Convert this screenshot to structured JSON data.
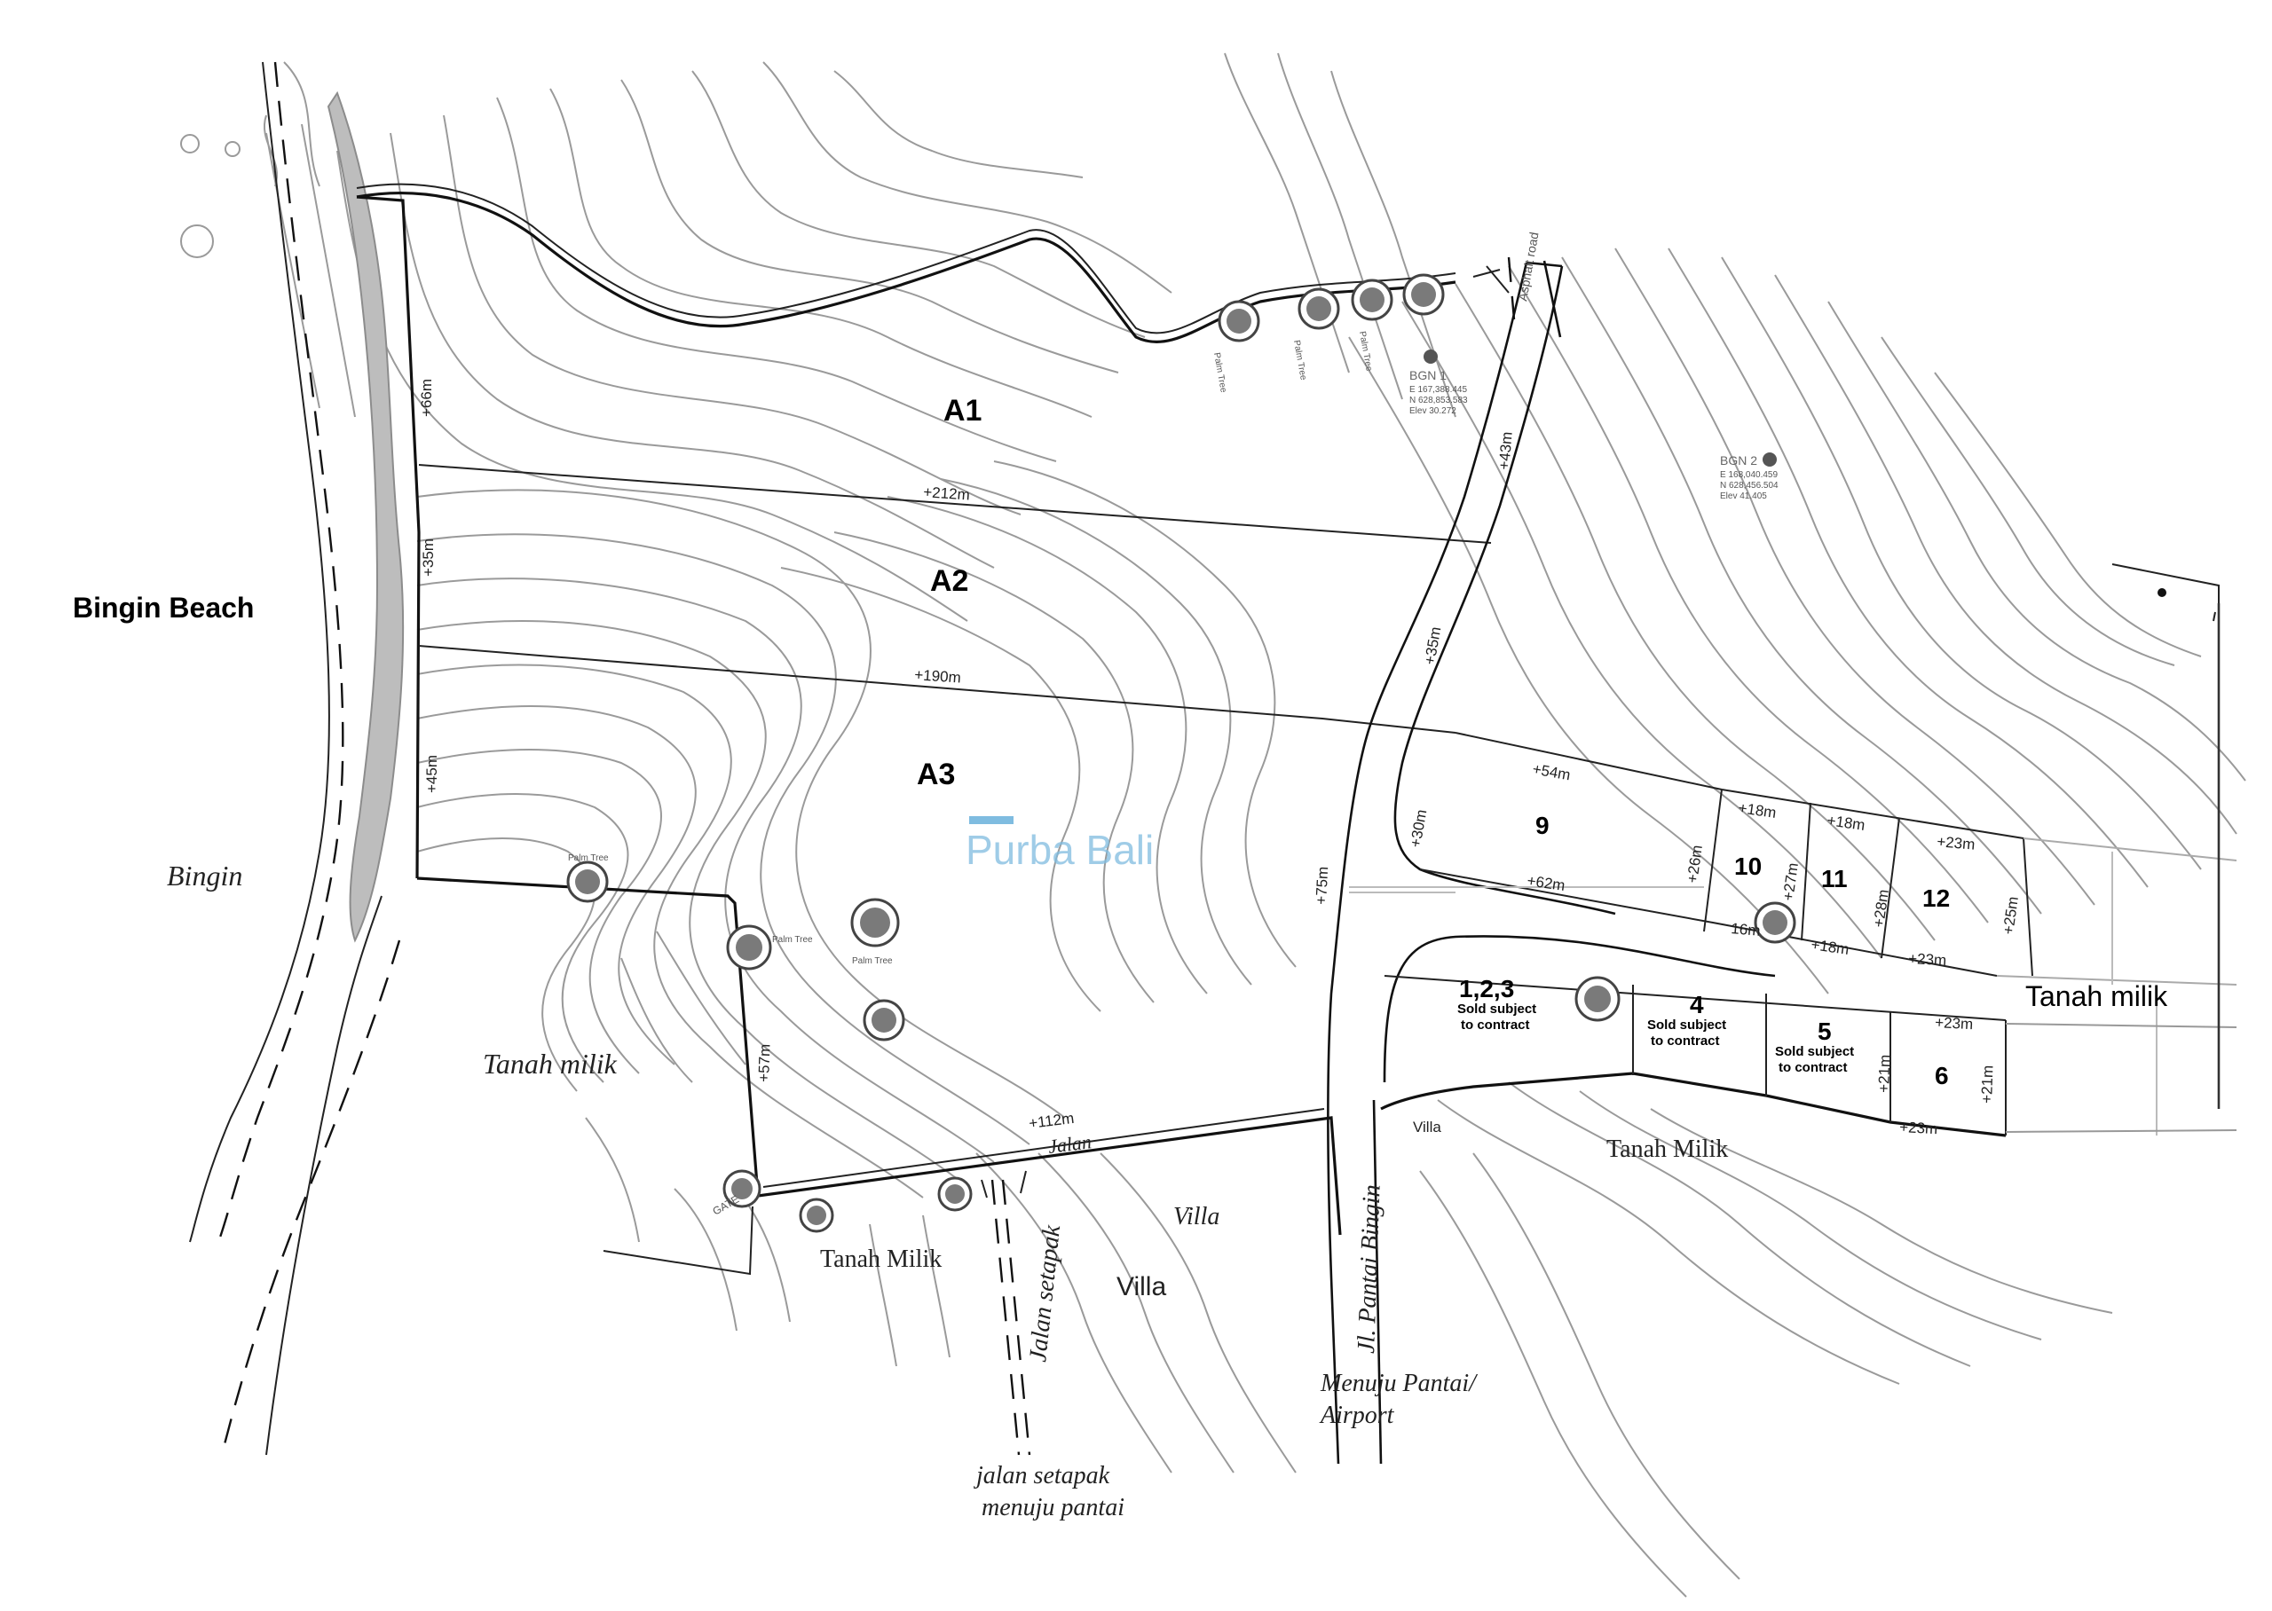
{
  "map": {
    "areas": [
      {
        "id": "a1",
        "label": "A1"
      },
      {
        "id": "a2",
        "label": "A2"
      },
      {
        "id": "a3",
        "label": "A3"
      }
    ],
    "lots": [
      {
        "id": "l9",
        "label": "9"
      },
      {
        "id": "l10",
        "label": "10"
      },
      {
        "id": "l11",
        "label": "11"
      },
      {
        "id": "l12",
        "label": "12"
      },
      {
        "id": "l123",
        "label": "1,2,3",
        "status": "Sold subject to contract"
      },
      {
        "id": "l4",
        "label": "4",
        "status": "Sold subject to contract"
      },
      {
        "id": "l5",
        "label": "5",
        "status": "Sold subject to contract"
      },
      {
        "id": "l6",
        "label": "6"
      }
    ],
    "status_line1": "Sold subject",
    "status_line2": "to contract",
    "dimensions": {
      "d66": "+66m",
      "d212": "+212m",
      "d35a": "+35m",
      "d190": "+190m",
      "d45": "+45m",
      "d43": "+43m",
      "d35b": "+35m",
      "d30": "+30m",
      "d75": "+75m",
      "d57": "+57m",
      "d112": "+112m",
      "d54": "+54m",
      "d62": "+62m",
      "d18a": "+18m",
      "d18b": "+18m",
      "d18c": "+18m",
      "d23a": "+23m",
      "d23b": "+23m",
      "d23c": "+23m",
      "d23d": "+23m",
      "d26": "+26m",
      "d27": "+27m",
      "d28": "+28m",
      "d25": "+25m",
      "d21a": "+21m",
      "d21b": "+21m",
      "d16": "16m"
    },
    "places": {
      "bingin_beach": "Bingin Beach",
      "bingin": "Bingin",
      "tanah_milik_left": "Tanah milik",
      "tanah_milik_right": "Tanah milik",
      "tanah_milik_center": "Tanah Milik",
      "tanah_milik_bottom": "Tanah Milik",
      "villa_1": "Villa",
      "villa_2": "Villa",
      "villa_small": "Villa",
      "jalan": "Jalan",
      "jalan_setapak": "Jalan setapak",
      "jl_pantai_bingin": "Jl. Pantai Bingin",
      "menuju_pantai_1": "Menuju Pantai/",
      "menuju_pantai_2": "Airport",
      "jalan_setapak_note_1": "jalan setapak",
      "jalan_setapak_note_2": "menuju pantai",
      "asphalt_road": "Asphalt road",
      "gate": "GATE"
    },
    "benchmarks": {
      "bgn1": {
        "name": "BGN 1",
        "e": "E 167,388.445",
        "n": "N 628,853.583",
        "elev": "Elev 30.272"
      },
      "bgn2": {
        "name": "BGN 2",
        "e": "E 168,040.459",
        "n": "N 628,456.504",
        "elev": "Elev 41.405"
      }
    },
    "tree_label": "Palm Tree",
    "watermark": "Purba Bali"
  },
  "colors": {
    "contour": "#9a9a9a",
    "boundary": "#111111",
    "shoreline": "#bdbdbd",
    "watermark": "#7fbce0"
  }
}
